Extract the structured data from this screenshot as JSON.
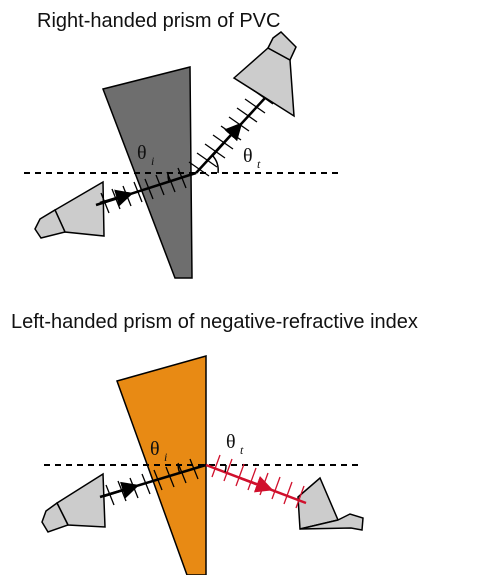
{
  "top_diagram": {
    "title": "Right-handed prism of PVC",
    "theta_i": "θ",
    "theta_i_sub": "i",
    "theta_t": "θ",
    "theta_t_sub": "t",
    "prism_color": "#6e6e6e",
    "beam_color": "#000000"
  },
  "bottom_diagram": {
    "title": "Left-handed prism of negative-refractive index",
    "theta_i": "θ",
    "theta_i_sub": "i",
    "theta_t": "θ",
    "theta_t_sub": "t",
    "prism_color": "#e88a14",
    "beam_color": "#000000",
    "refracted_beam_color": "#d0102c"
  }
}
